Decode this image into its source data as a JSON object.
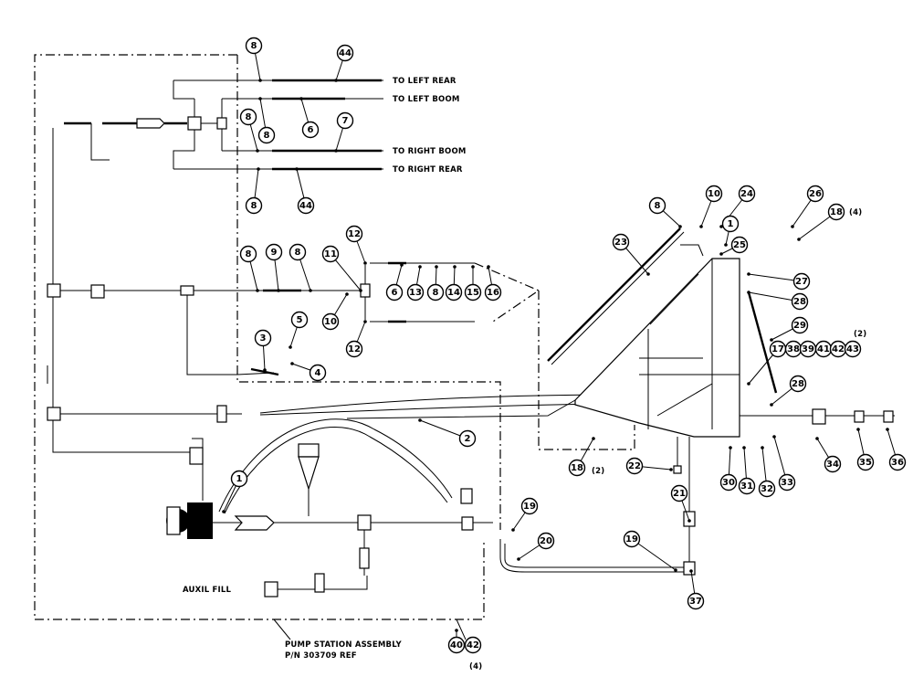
{
  "bubbles": [
    {
      "n": "44"
    },
    {
      "n": "8"
    },
    {
      "n": "8"
    },
    {
      "n": "6"
    },
    {
      "n": "8"
    },
    {
      "n": "7"
    },
    {
      "n": "8"
    },
    {
      "n": "44"
    },
    {
      "n": "8"
    },
    {
      "n": "9"
    },
    {
      "n": "8"
    },
    {
      "n": "11"
    },
    {
      "n": "10"
    },
    {
      "n": "12"
    },
    {
      "n": "12"
    },
    {
      "n": "6"
    },
    {
      "n": "13"
    },
    {
      "n": "8"
    },
    {
      "n": "14"
    },
    {
      "n": "15"
    },
    {
      "n": "16"
    },
    {
      "n": "3"
    },
    {
      "n": "5"
    },
    {
      "n": "4"
    },
    {
      "n": "2"
    },
    {
      "n": "1"
    },
    {
      "n": "23"
    },
    {
      "n": "8"
    },
    {
      "n": "10"
    },
    {
      "n": "24"
    },
    {
      "n": "1"
    },
    {
      "n": "25"
    },
    {
      "n": "26"
    },
    {
      "n": "18"
    },
    {
      "n": "27"
    },
    {
      "n": "28"
    },
    {
      "n": "29"
    },
    {
      "n": "17"
    },
    {
      "n": "38"
    },
    {
      "n": "39"
    },
    {
      "n": "41"
    },
    {
      "n": "42"
    },
    {
      "n": "43"
    },
    {
      "n": "28"
    },
    {
      "n": "34"
    },
    {
      "n": "35"
    },
    {
      "n": "36"
    },
    {
      "n": "18"
    },
    {
      "n": "22"
    },
    {
      "n": "30"
    },
    {
      "n": "31"
    },
    {
      "n": "32"
    },
    {
      "n": "33"
    },
    {
      "n": "21"
    },
    {
      "n": "19"
    },
    {
      "n": "19"
    },
    {
      "n": "20"
    },
    {
      "n": "37"
    },
    {
      "n": "40"
    },
    {
      "n": "42"
    }
  ],
  "labels": {
    "to_left_rear": "TO LEFT REAR",
    "to_left_boom": "TO LEFT BOOM",
    "to_right_boom": "TO RIGHT BOOM",
    "to_right_rear": "TO RIGHT REAR",
    "auxil_fill": "AUXIL FILL",
    "pump_station_line1": "PUMP STATION ASSEMBLY",
    "pump_station_line2": "P/N 303709 REF",
    "qty_18_top": "(4)",
    "qty_17_group": "(2)",
    "qty_18_bottom": "(2)",
    "qty_40_42": "(4)"
  }
}
